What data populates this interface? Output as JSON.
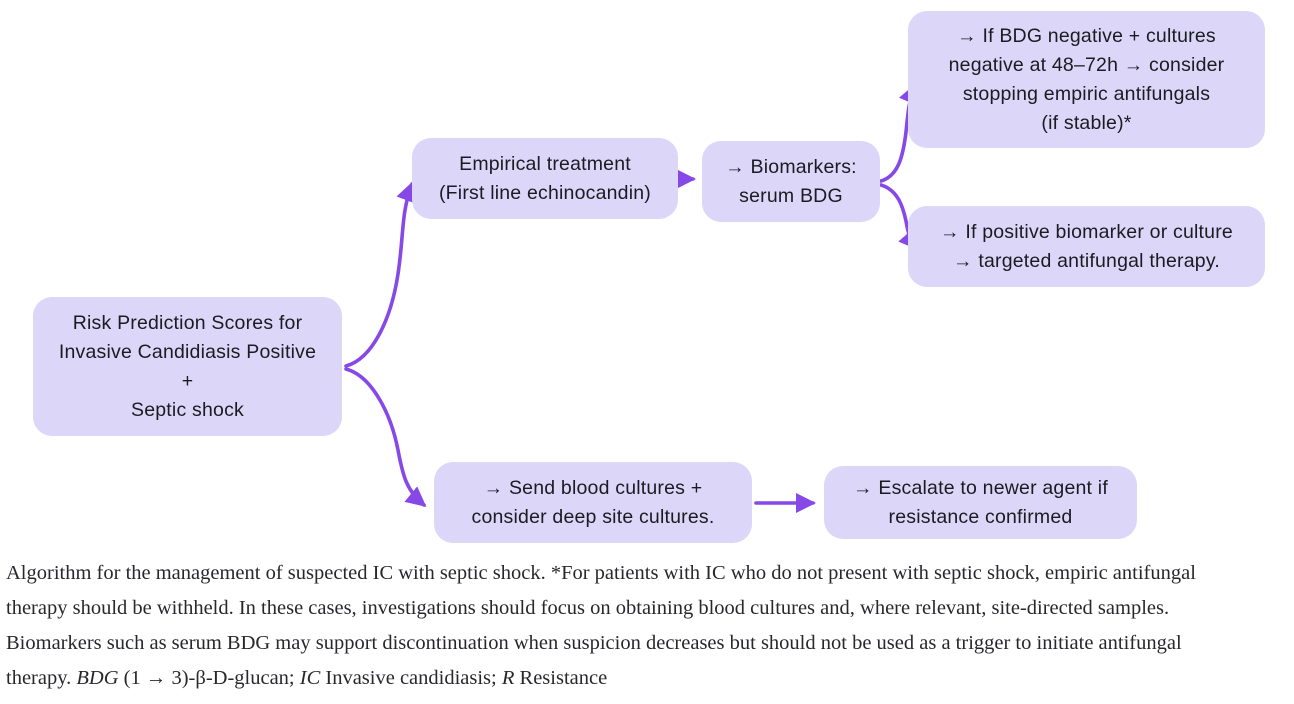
{
  "figure": {
    "type": "flowchart",
    "topic": "Algorithm for the management of suspected invasive candidiasis with septic shock"
  },
  "colors": {
    "background": "#ffffff",
    "node_fill": "#dcd6f8",
    "node_text": "#1b1b22",
    "arrow": "#8649e8",
    "caption_text": "#28282c"
  },
  "nodes": {
    "risk": {
      "lines": [
        "Risk Prediction Scores for",
        "Invasive Candidiasis Positive",
        "+",
        "Septic shock"
      ]
    },
    "empirical": {
      "lines": [
        "Empirical treatment",
        "(First line echinocandin)"
      ]
    },
    "biomarkers": {
      "lines": [
        "→ Biomarkers:",
        "serum BDG"
      ]
    },
    "bdg_negative": {
      "lines": [
        "→ If BDG negative + cultures",
        "negative at 48–72h → consider",
        "stopping empiric antifungals",
        "(if stable)*"
      ]
    },
    "bdg_positive": {
      "lines": [
        "→ If positive biomarker or culture",
        "→ targeted antifungal therapy."
      ]
    },
    "cultures": {
      "lines": [
        "→ Send blood cultures +",
        "consider deep site cultures."
      ]
    },
    "escalate": {
      "lines": [
        "→ Escalate to newer agent if",
        "resistance confirmed"
      ]
    }
  },
  "edges": [
    {
      "from": "risk",
      "to": "empirical"
    },
    {
      "from": "risk",
      "to": "cultures"
    },
    {
      "from": "empirical",
      "to": "biomarkers"
    },
    {
      "from": "biomarkers",
      "to": "bdg_negative"
    },
    {
      "from": "biomarkers",
      "to": "bdg_positive"
    },
    {
      "from": "cultures",
      "to": "escalate"
    }
  ],
  "caption": {
    "lines": [
      [
        {
          "t": "Algorithm for the management of suspected IC with septic shock. *For patients with IC who do not present with septic shock, empiric antifungal"
        }
      ],
      [
        {
          "t": "therapy should be withheld. In these cases, investigations should focus on obtaining blood cultures and, where relevant, site-directed samples."
        }
      ],
      [
        {
          "t": "Biomarkers such as serum BDG may support discontinuation when suspicion decreases but should not be used as a trigger to initiate antifungal"
        }
      ],
      [
        {
          "t": "therapy. "
        },
        {
          "t": "BDG",
          "i": true
        },
        {
          "t": " (1 → 3)-β-D-glucan; "
        },
        {
          "t": "IC",
          "i": true
        },
        {
          "t": " Invasive candidiasis; "
        },
        {
          "t": "R",
          "i": true
        },
        {
          "t": " Resistance"
        }
      ]
    ]
  }
}
